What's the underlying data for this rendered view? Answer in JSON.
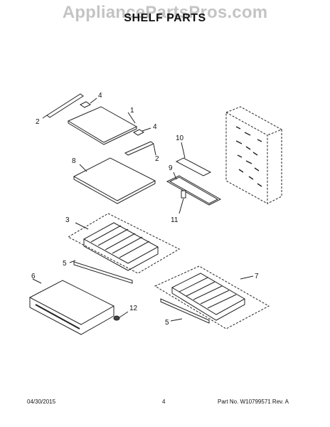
{
  "watermark": "AppliancePartsPros.com",
  "title": "SHELF PARTS",
  "callouts": {
    "c1": "1",
    "c2a": "2",
    "c2b": "2",
    "c3": "3",
    "c4a": "4",
    "c4b": "4",
    "c5a": "5",
    "c5b": "5",
    "c6": "6",
    "c7": "7",
    "c8": "8",
    "c9": "9",
    "c10": "10",
    "c11": "11",
    "c12": "12"
  },
  "footer": {
    "date": "04/30/2015",
    "page": "4",
    "part": "Part No. W10799571  Rev. A"
  }
}
